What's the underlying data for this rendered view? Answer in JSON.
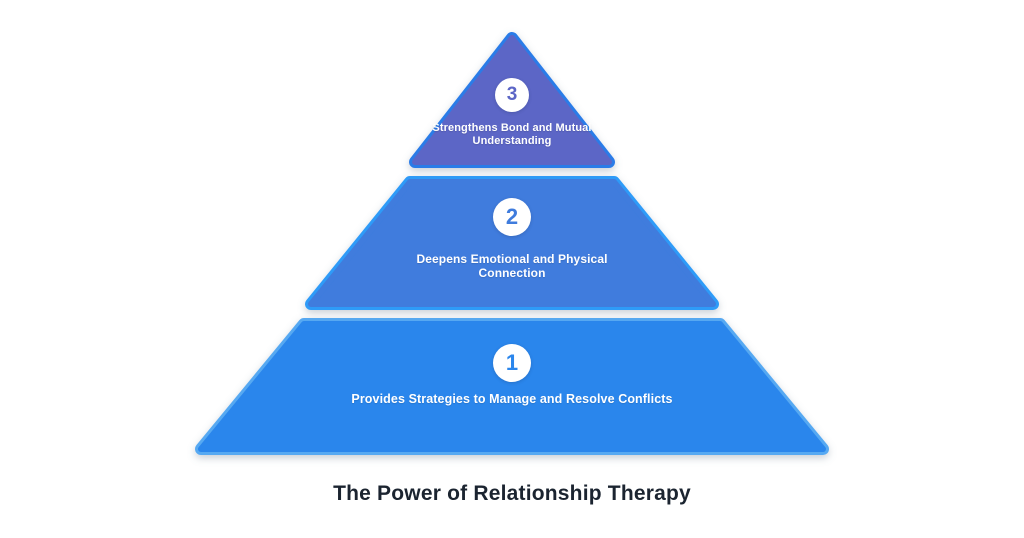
{
  "title": "The Power of Relationship Therapy",
  "title_color": "#1B2430",
  "background_color": "#FFFFFF",
  "pyramid": {
    "type": "pyramid-3-levels",
    "levels": [
      {
        "number": "1",
        "label": "Provides Strategies to Manage and Resolve Conflicts",
        "fill_color": "#2B86EC",
        "border_color": "#57A9F2",
        "text_color": "#FFFFFF"
      },
      {
        "number": "2",
        "label": "Deepens Emotional and Physical Connection",
        "fill_color": "#3F7CDD",
        "border_color": "#2D9BF8",
        "text_color": "#FFFFFF"
      },
      {
        "number": "3",
        "label": "Strengthens Bond and Mutual Understanding",
        "fill_color": "#5C66C6",
        "border_color": "#2A7CE8",
        "text_color": "#FFFFFF"
      }
    ]
  }
}
